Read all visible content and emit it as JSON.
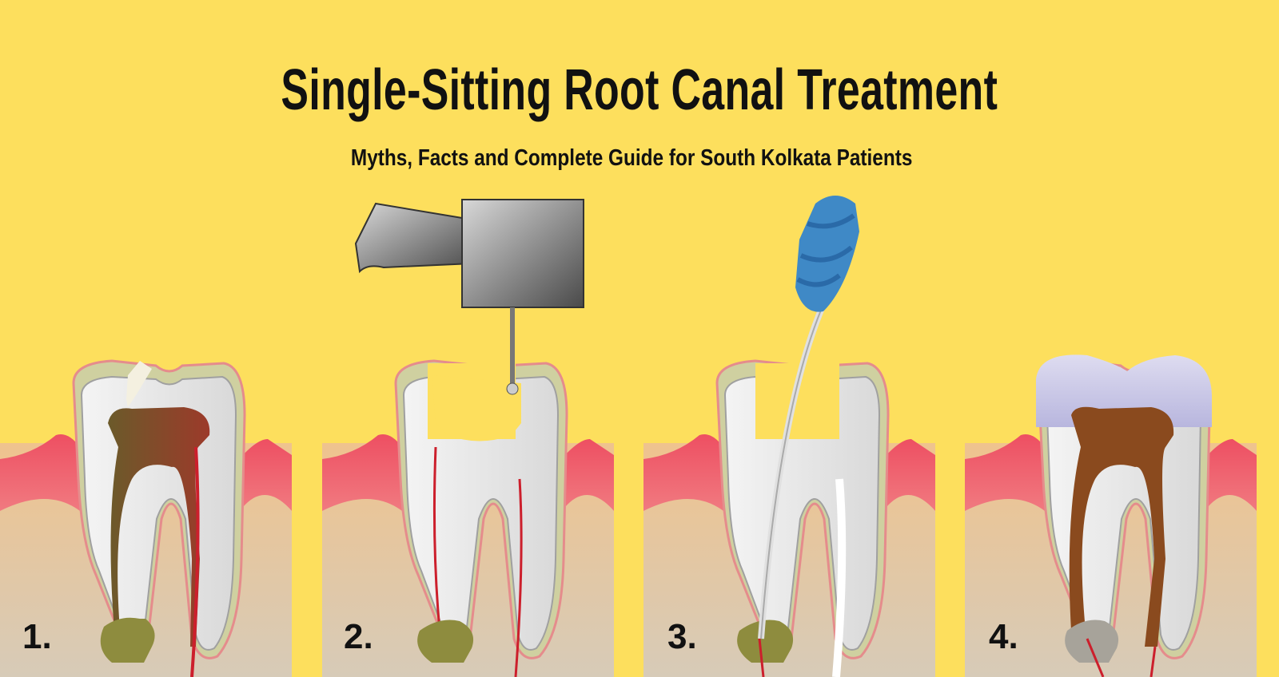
{
  "header": {
    "title": "Single-Sitting Root Canal Treatment",
    "subtitle": "Myths, Facts and Complete Guide for South Kolkata Patients"
  },
  "steps": [
    {
      "label": "1."
    },
    {
      "label": "2."
    },
    {
      "label": "3."
    },
    {
      "label": "4."
    }
  ],
  "colors": {
    "background": "#fddf5d",
    "gum": "#ee5a6a",
    "bone": "#e9c290",
    "pulp": "#7a4a2a",
    "nerve": "#cc1f2c",
    "file_handle": "#3f89c6",
    "crown": "#c9c8e8",
    "filling": "#8a4a1e"
  }
}
